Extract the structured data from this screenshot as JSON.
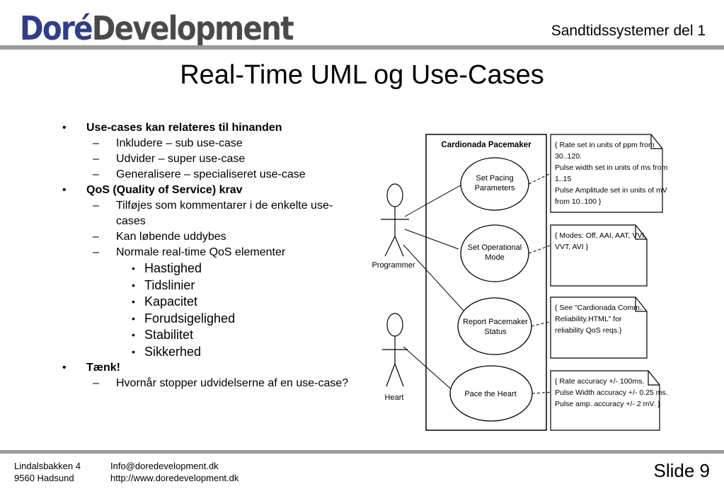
{
  "header": {
    "logo_part1": "Doré",
    "logo_part2": "Development",
    "course": "Sandtidssystemer del 1"
  },
  "title": "Real-Time UML og Use-Cases",
  "bullets": [
    {
      "level": 1,
      "marker": "•",
      "text": "Use-cases kan relateres til hinanden"
    },
    {
      "level": 2,
      "marker": "–",
      "text": "Inkludere – sub use-case"
    },
    {
      "level": 2,
      "marker": "–",
      "text": "Udvider – super use-case"
    },
    {
      "level": 2,
      "marker": "–",
      "text": "Generalisere – specialiseret use-case"
    },
    {
      "level": 1,
      "marker": "•",
      "text": "QoS (Quality of Service) krav"
    },
    {
      "level": 2,
      "marker": "–",
      "text": "Tilføjes som kommentarer i de enkelte use-cases"
    },
    {
      "level": 2,
      "marker": "–",
      "text": "Kan løbende uddybes"
    },
    {
      "level": 2,
      "marker": "–",
      "text": "Normale real-time QoS elementer"
    },
    {
      "level": 3,
      "marker": "•",
      "text": "Hastighed"
    },
    {
      "level": 3,
      "marker": "•",
      "text": "Tidslinier"
    },
    {
      "level": 3,
      "marker": "•",
      "text": "Kapacitet"
    },
    {
      "level": 3,
      "marker": "•",
      "text": "Forudsigelighed"
    },
    {
      "level": 3,
      "marker": "•",
      "text": "Stabilitet"
    },
    {
      "level": 3,
      "marker": "•",
      "text": "Sikkerhed"
    },
    {
      "level": 1,
      "marker": "•",
      "text": "Tænk!"
    },
    {
      "level": 2,
      "marker": "–",
      "text": "Hvornår stopper udvidelserne af en use-case?"
    }
  ],
  "diagram": {
    "system_name": "Cardionada Pacemaker",
    "actors": {
      "programmer": "Programmer",
      "heart": "Heart"
    },
    "use_cases": {
      "set_pacing": [
        "Set Pacing",
        "Parameters"
      ],
      "set_operational": [
        "Set Operational",
        "Mode"
      ],
      "report_status": [
        "Report Pacemaker",
        "Status"
      ],
      "pace_heart": [
        "Pace the Heart"
      ]
    },
    "notes": {
      "pacing": [
        "{ Rate set in units of ppm from",
        "30..120.",
        "Pulse width set in units of ms from",
        "1..15",
        "Pulse Amplitude set in units of mV",
        "from 10..100 }"
      ],
      "modes": [
        "{ Modes: Off, AAI, AAT, VVI,",
        "VVT, AVI }"
      ],
      "reliability": [
        "{ See \"Cardionada Comm.",
        "Reliability.HTML\" for",
        "reliability QoS reqs.}"
      ],
      "accuracy": [
        "{ Rate accuracy +/- 100ms.",
        "Pulse Width accuracy +/- 0.25 ms.",
        "Pulse amp. accuracy +/- 2 mV. }"
      ]
    }
  },
  "footer": {
    "address1": "Lindalsbakken 4",
    "address2": "9560 Hadsund",
    "email": "Info@doredevelopment.dk",
    "web": "http://www.doredevelopment.dk",
    "slide": "Slide 9"
  }
}
